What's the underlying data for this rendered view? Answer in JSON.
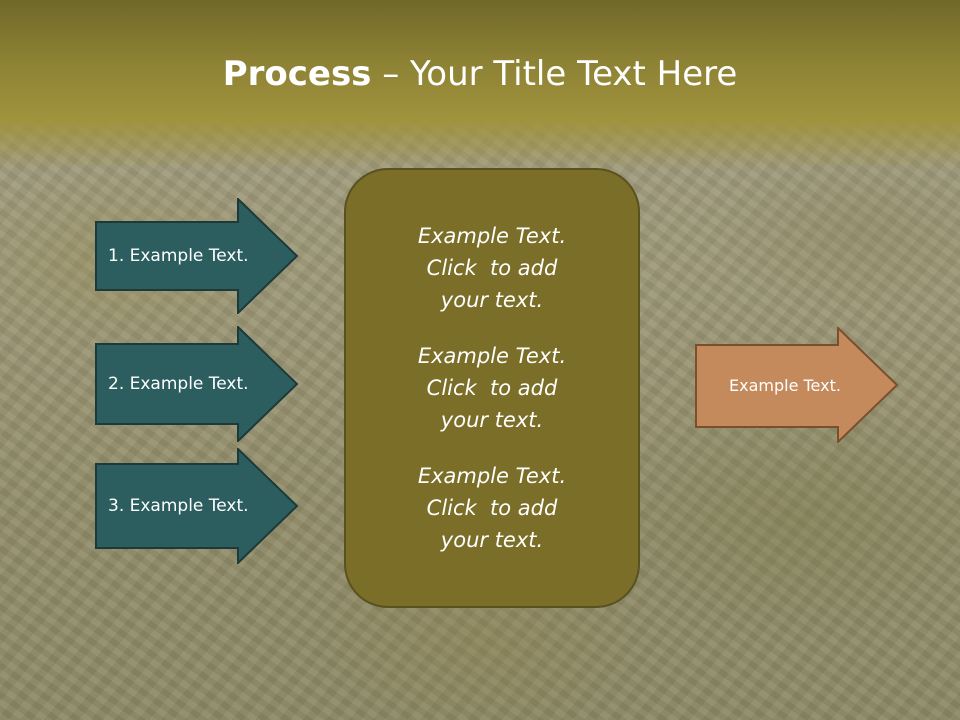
{
  "title": {
    "bold": "Process",
    "rest": " – Your Title Text Here"
  },
  "left_arrows": [
    {
      "label": "1. Example Text."
    },
    {
      "label": "2. Example Text."
    },
    {
      "label": "3. Example Text."
    }
  ],
  "center_box": {
    "items": [
      {
        "line1": "Example Text.",
        "line2": "Click  to add",
        "line3": "your text."
      },
      {
        "line1": "Example Text.",
        "line2": "Click  to add",
        "line3": "your text."
      },
      {
        "line1": "Example Text.",
        "line2": "Click  to add",
        "line3": "your text."
      }
    ]
  },
  "right_arrow": {
    "label": "Example Text."
  },
  "colors": {
    "left_arrow_fill": "#2c5e5f",
    "left_arrow_stroke": "#1d3a3b",
    "center_box_fill": "#7b6e28",
    "right_arrow_fill": "#c58a5c",
    "right_arrow_stroke": "#7a4f2e",
    "header": "#8c8134"
  }
}
